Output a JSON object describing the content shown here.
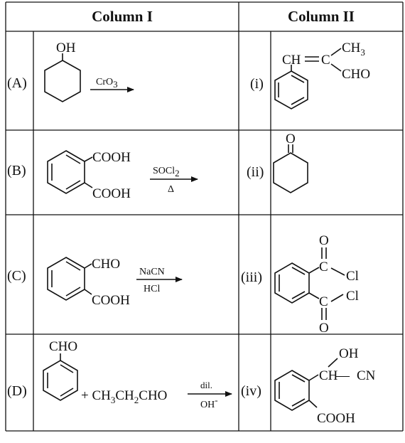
{
  "table": {
    "headers": {
      "col1": "Column I",
      "col2": "Column II"
    },
    "rows": [
      {
        "left_label": "(A)",
        "left_groups": [
          "OH"
        ],
        "left_reagent_top": "CrO",
        "left_reagent_sub": "3",
        "right_label": "(i)",
        "right_groups": [
          "CH",
          "=",
          "C",
          "CH",
          "3",
          "CHO"
        ]
      },
      {
        "left_label": "(B)",
        "left_groups": [
          "COOH",
          "COOH"
        ],
        "left_reagent_top": "SOCl",
        "left_reagent_sub": "2",
        "left_reagent_bottom": "Δ",
        "right_label": "(ii)",
        "right_groups": [
          "O"
        ]
      },
      {
        "left_label": "(C)",
        "left_groups": [
          "CHO",
          "COOH"
        ],
        "left_reagent_top": "NaCN",
        "left_reagent_bottom": "HCl",
        "right_label": "(iii)",
        "right_groups": [
          "O",
          "C",
          "Cl",
          "C",
          "Cl",
          "O"
        ]
      },
      {
        "left_label": "(D)",
        "left_groups": [
          "CHO"
        ],
        "left_extra": [
          "+ CH",
          "3",
          "CH",
          "2",
          "CHO"
        ],
        "left_reagent_top": "dil.",
        "left_reagent_bottom": "OH",
        "left_reagent_bottom_sup": "-",
        "right_label": "(iv)",
        "right_groups": [
          "OH",
          "CH",
          "—",
          "CN",
          "COOH"
        ]
      }
    ]
  }
}
